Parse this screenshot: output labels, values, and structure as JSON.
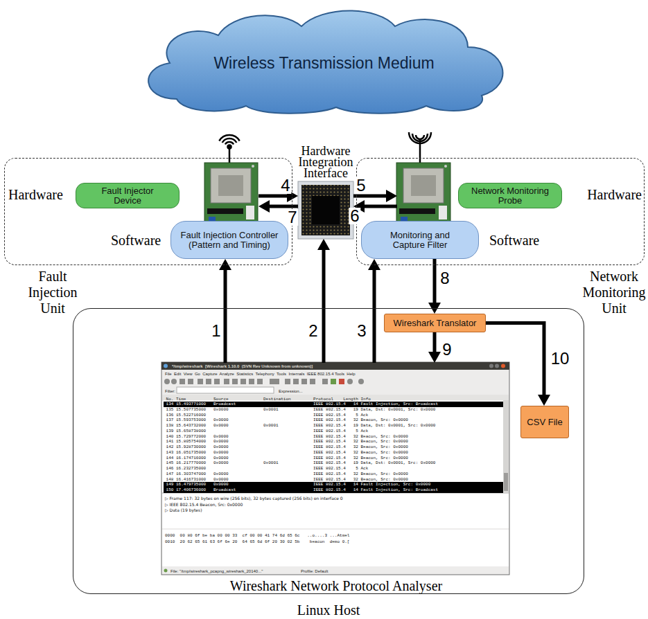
{
  "diagram": {
    "nodes": [
      {
        "text": [
          "Wireless Transmission Medium"
        ]
      },
      {
        "text": [
          "Fault Injection Unit"
        ]
      },
      {
        "text": [
          "Fault Injector Device"
        ],
        "in": 1
      },
      {
        "text": [
          "Fault Injection Controller (Pattern and Timing)"
        ],
        "in": 1
      },
      {
        "text": [
          "Hardware Integration Interface"
        ]
      },
      {
        "text": [
          "Network Monitoring Unit"
        ]
      },
      {
        "text": [
          "Network Monitoring Probe"
        ],
        "in": 5
      },
      {
        "text": [
          "Monitoring and Capture Filter"
        ],
        "in": 5
      },
      {
        "text": [
          "Linux Host"
        ]
      },
      {
        "text": [
          "Wireshark Translator"
        ],
        "in": 8
      },
      {
        "text": [
          "Wireshark Network Protocol Analyser"
        ],
        "in": 8
      },
      {
        "text": [
          "CSV File"
        ],
        "in": 8
      }
    ],
    "edges": [
      {
        "from": 10,
        "to": 3,
        "label": "1",
        "arrow": "to"
      },
      {
        "from": 10,
        "to": 4,
        "label": "2",
        "arrow": "to"
      },
      {
        "from": 10,
        "to": 7,
        "label": "3",
        "arrow": "to"
      },
      {
        "from": 2,
        "to": 4,
        "label": "4",
        "arrow": "to"
      },
      {
        "from": 4,
        "to": 6,
        "label": "5",
        "arrow": "to"
      },
      {
        "from": 6,
        "to": 4,
        "label": "6",
        "arrow": "to"
      },
      {
        "from": 4,
        "to": 2,
        "label": "7",
        "arrow": "to"
      },
      {
        "from": 7,
        "to": 9,
        "label": "8",
        "arrow": "to"
      },
      {
        "from": 9,
        "to": 10,
        "label": "9",
        "arrow": "to"
      },
      {
        "from": 9,
        "to": 11,
        "label": "10",
        "arrow": "to"
      }
    ],
    "labels": [
      "Hardware",
      "Software",
      "Hardware",
      "Software",
      "*/tmp/wireshark  [Wireshark 1.10.0  (SVN Rev Unknown from unknown)]",
      "File  Edit  View  Go  Capture  Analyze  Statistics  Telephony  Tools  Internals  IEEE 802.15.4 Tools  Help",
      "Filter:",
      "Expression...",
      " No. Time           Source              Destination         Protocol    Length Info",
      " 134 15.493771000   Broadcast                               IEEE 802.15.4   14 Fault Injection, Src: Broadcast",
      " 135 15.507735000   0x0000              0x0001              IEEE 802.15.4   19 Data, Dst: 0x0001, Src: 0x0000",
      " 136 15.522716000                                           IEEE 802.15.4    5 Ack",
      " 137 15.593753000   0x0000                                  IEEE 802.15.4   32 Beacon, Src: 0x0000",
      " 138 15.643732000   0x0000              0x0001              IEEE 802.15.4   19 Data, Dst: 0x0001, Src: 0x0000",
      " 139 15.658738000                                           IEEE 802.15.4    5 Ack",
      " 140 15.729772000   0x0000                                  IEEE 802.15.4   32 Beacon, Src: 0x0000",
      " 141 15.805754000   0x0000                                  IEEE 802.15.4   32 Beacon, Src: 0x0000",
      " 142 15.928730000   0x0000                                  IEEE 802.15.4   32 Beacon, Src: 0x0000",
      " 143 16.051735000   0x0000                                  IEEE 802.15.4   32 Beacon, Src: 0x0000",
      " 144 16.174716000   0x0000                                  IEEE 802.15.4   32 Beacon, Src: 0x0000",
      " 145 16.217770000   0x0000              0x0001              IEEE 802.15.4   19 Data, Dst: 0x0001, Src: 0x0000",
      " 146 16.232735000                                           IEEE 802.15.4    5 Ack",
      " 147 16.303747000   0x0000                                  IEEE 802.15.4   32 Beacon, Src: 0x0000",
      " 148 16.416731000   0x0000                                  IEEE 802.15.4   32 Beacon, Src: 0x0000",
      " 149 16.479735000   0x0000                                  IEEE 802.15.4   14 Fault Injection, Src: 0x0000",
      " 150 17.406736000   Broadcast                               IEEE 802.15.4   14 Fault Injection, Src: Broadcast",
      "▷ Frame 117: 32 bytes on wire (256 bits), 32 bytes captured (256 bits) on interface 0",
      "▷ IEEE 802.15.4 Beacon, Src: 0x0000",
      "▷ Data (19 bytes)",
      "0000  00 80 6f be ba 00 00 33  cf 00 00 41 74 6d 65 6c   ..o....3 ...Atmel",
      "0010  20 62 65 61 63 6f 6e 20  64 65 6d 6f 20 30 02 5b    beacon  demo 0.[",
      "File: \"/tmp/wireshark_pcapng_wireshark_20140...\"",
      "Profile: Default"
    ]
  }
}
